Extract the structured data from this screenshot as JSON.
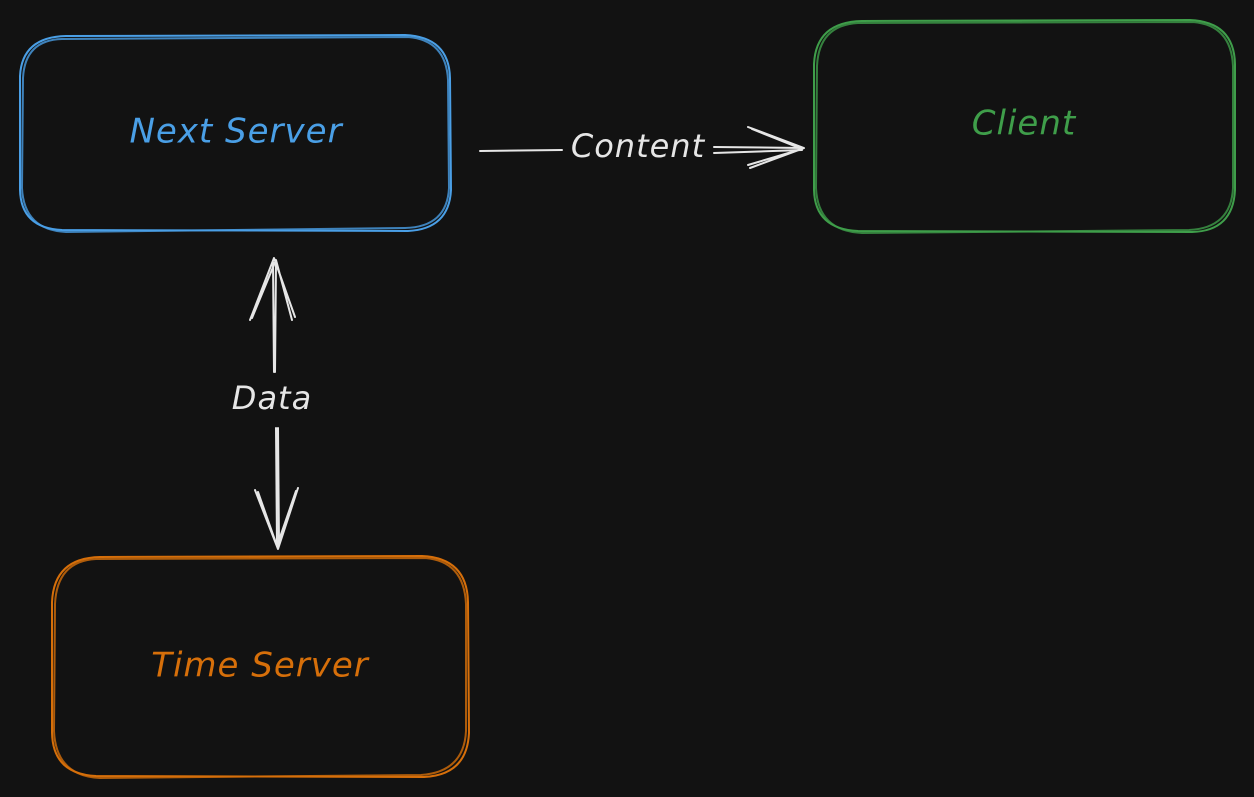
{
  "nodes": {
    "next_server": {
      "label": "Next Server",
      "color": "#4a9fe6"
    },
    "client": {
      "label": "Client",
      "color": "#3f9e4a"
    },
    "time_server": {
      "label": "Time Server",
      "color": "#d66f0a"
    }
  },
  "edges": {
    "content": {
      "label": "Content",
      "from": "Next Server",
      "to": "Client"
    },
    "data": {
      "label": "Data",
      "from": "Next Server",
      "to": "Time Server",
      "bidirectional": true
    }
  },
  "colors": {
    "background": "#121212",
    "edge": "#e6e6e6"
  }
}
